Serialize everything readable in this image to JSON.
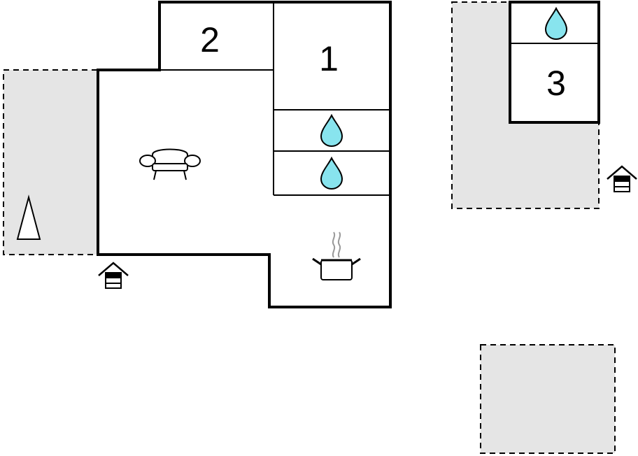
{
  "floorplan": {
    "room_labels": [
      "1",
      "2",
      "3"
    ],
    "icons": {
      "sofa": "sofa-icon",
      "bathroom": "water-drop-icon",
      "kitchen": "cooking-pot-icon",
      "entrance": "entrance-icon",
      "tent": "tent-icon"
    }
  },
  "colors": {
    "wall": "#000000",
    "outdoor_area": "#e5e5e5",
    "water_drop": "#88e4ee"
  }
}
